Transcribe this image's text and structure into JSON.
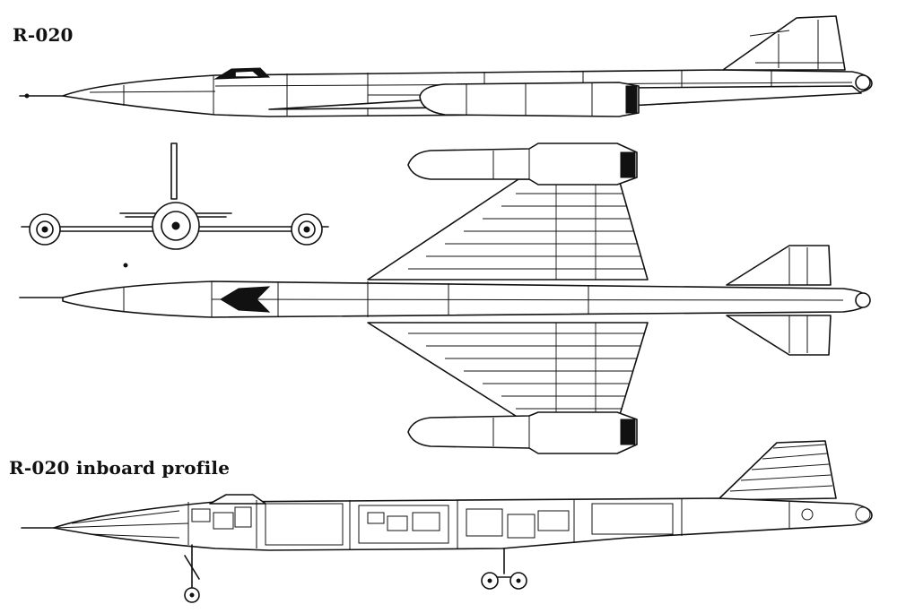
{
  "labels": {
    "top_title": "R-020",
    "profile_title": "R-020 inboard profile"
  },
  "views": [
    {
      "id": "side",
      "icon": "side-view-aircraft-icon"
    },
    {
      "id": "front",
      "icon": "front-view-aircraft-icon"
    },
    {
      "id": "plan",
      "icon": "plan-view-aircraft-icon"
    },
    {
      "id": "inboard",
      "icon": "inboard-profile-cutaway-icon"
    }
  ],
  "colors": {
    "line": "#111111",
    "paper": "#ffffff"
  }
}
